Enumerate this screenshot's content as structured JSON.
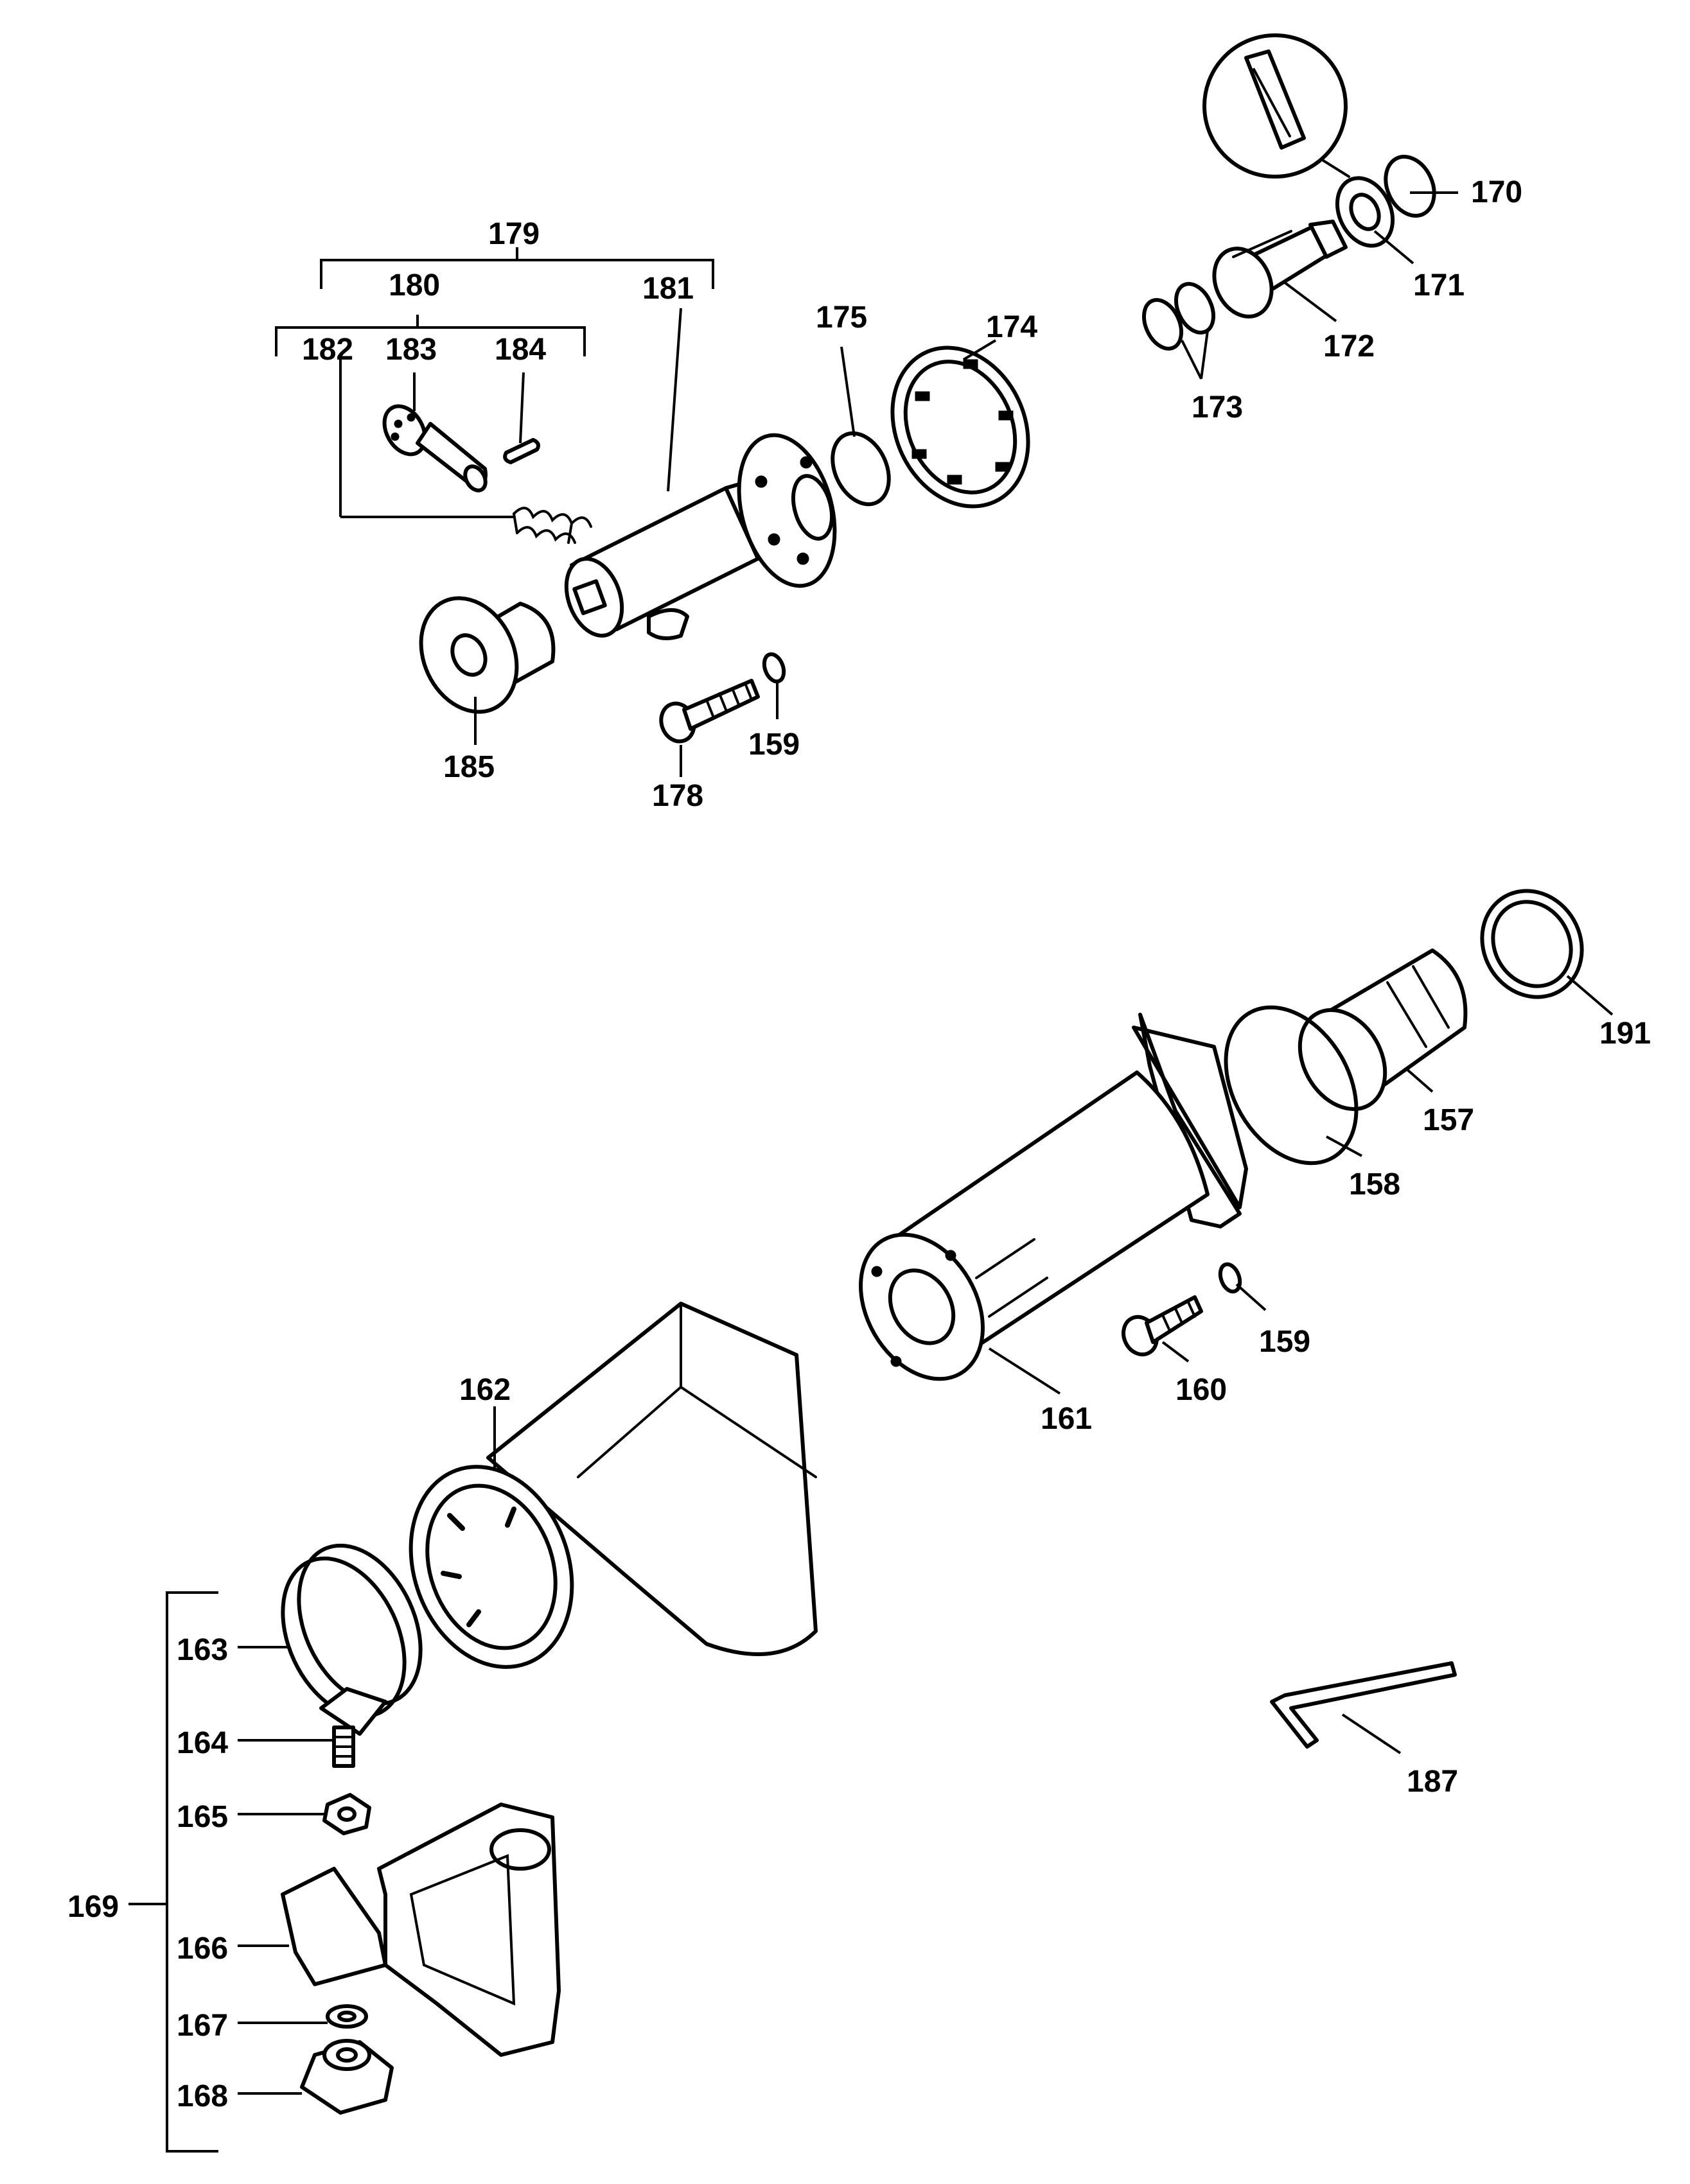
{
  "callouts": {
    "c157": "157",
    "c158": "158",
    "c159a": "159",
    "c159b": "159",
    "c160": "160",
    "c161": "161",
    "c162": "162",
    "c163": "163",
    "c164": "164",
    "c165": "165",
    "c166": "166",
    "c167": "167",
    "c168": "168",
    "c169": "169",
    "c170": "170",
    "c171": "171",
    "c172": "172",
    "c173": "173",
    "c174": "174",
    "c175": "175",
    "c178": "178",
    "c179": "179",
    "c180": "180",
    "c181": "181",
    "c182": "182",
    "c183": "183",
    "c184": "184",
    "c185": "185",
    "c187": "187",
    "c191": "191"
  }
}
